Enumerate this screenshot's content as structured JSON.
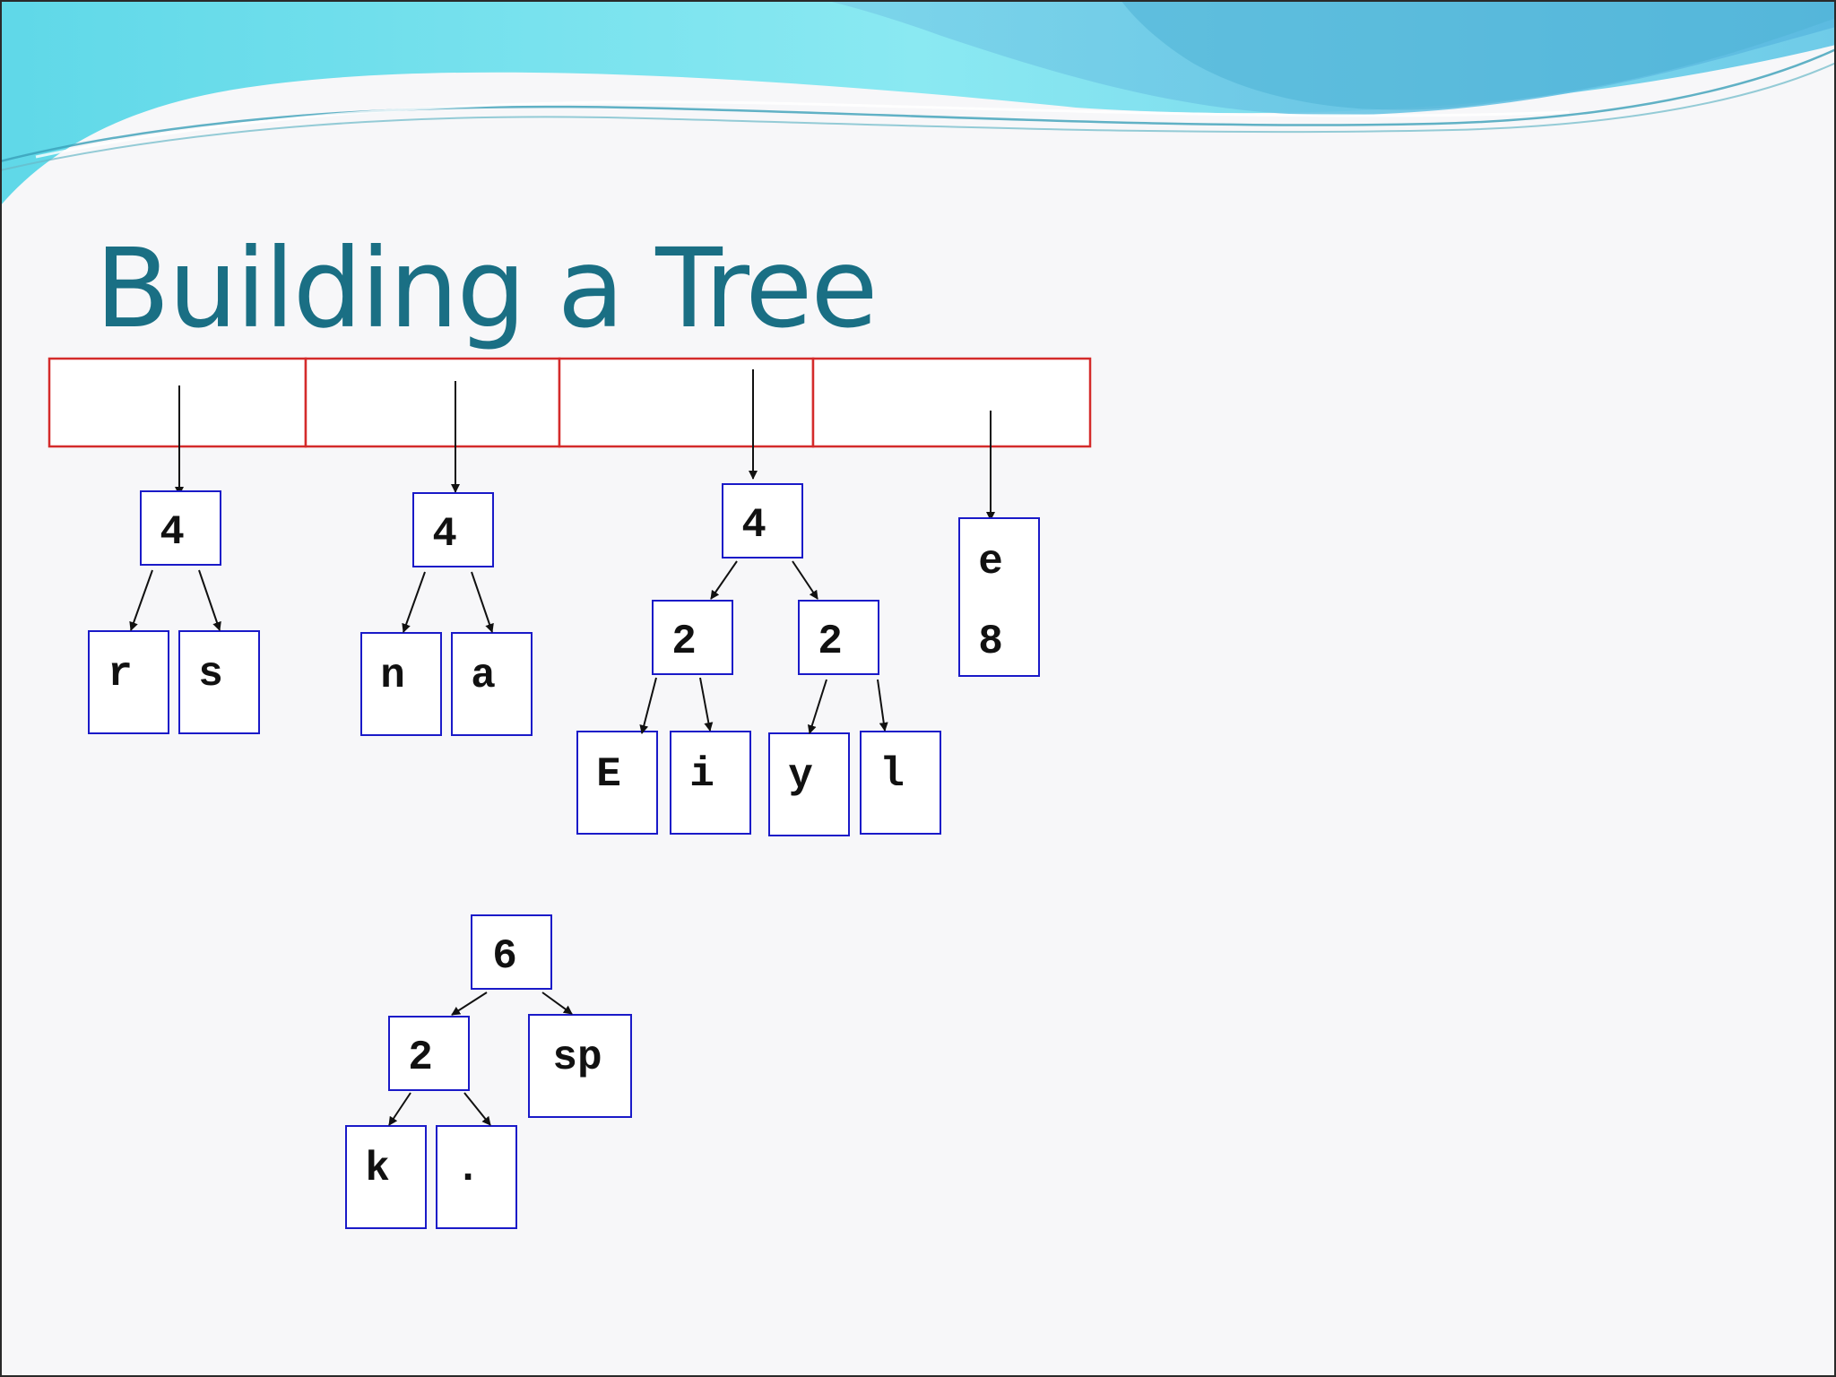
{
  "slide": {
    "title": "Building a Tree"
  },
  "colors": {
    "title": "#1a6f84",
    "queue_border": "#d42b2b",
    "node_border": "#1a1ac8",
    "arrow": "#111111",
    "wave_light": "#86e8f0",
    "wave_dark": "#49b8d8"
  },
  "queue": {
    "cells": 4
  },
  "trees": [
    {
      "id": "tree-rs",
      "root": "4",
      "children": [
        {
          "label": "r"
        },
        {
          "label": "s"
        }
      ]
    },
    {
      "id": "tree-na",
      "root": "4",
      "children": [
        {
          "label": "n"
        },
        {
          "label": "a"
        }
      ]
    },
    {
      "id": "tree-eiyl",
      "root": "4",
      "children": [
        {
          "label": "2",
          "children": [
            {
              "label": "E"
            },
            {
              "label": "i"
            }
          ]
        },
        {
          "label": "2",
          "children": [
            {
              "label": "y"
            },
            {
              "label": "l"
            }
          ]
        }
      ]
    },
    {
      "id": "tree-e",
      "root_lines": [
        "e",
        "8"
      ]
    },
    {
      "id": "tree-6",
      "root": "6",
      "children": [
        {
          "label": "2",
          "children": [
            {
              "label": "k"
            },
            {
              "label": "."
            }
          ]
        },
        {
          "label": "sp"
        }
      ]
    }
  ]
}
